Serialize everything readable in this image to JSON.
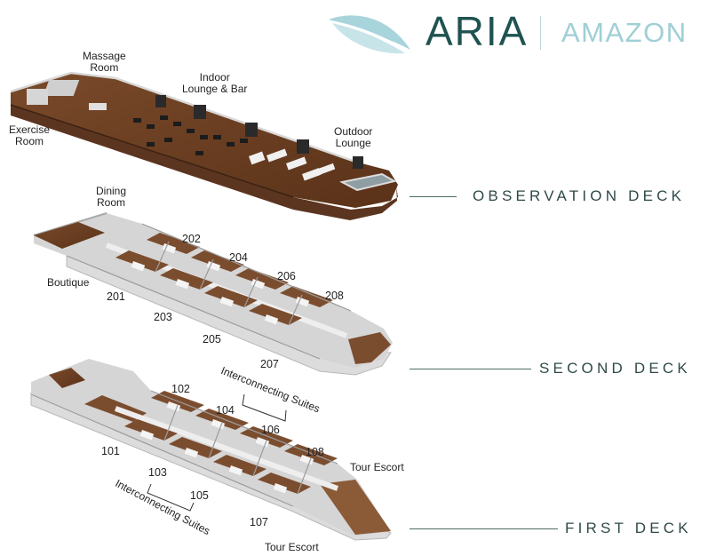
{
  "brand": {
    "name": "ARIA",
    "sub": "AMAZON",
    "colors": {
      "primary": "#1f5350",
      "light": "#9fcfd6",
      "leaf": "#a8d4dc"
    }
  },
  "decks": {
    "observation": {
      "name": "OBSERVATION DECK",
      "labels": {
        "massage": [
          "Massage",
          "Room"
        ],
        "lounge": [
          "Indoor",
          "Lounge & Bar"
        ],
        "exercise": [
          "Exercise",
          "Room"
        ],
        "outdoor": [
          "Outdoor",
          "Lounge"
        ]
      }
    },
    "second": {
      "name": "SECOND DECK",
      "labels": {
        "dining": [
          "Dining",
          "Room"
        ],
        "boutique": "Boutique"
      },
      "suites": [
        "201",
        "202",
        "203",
        "204",
        "205",
        "206",
        "207",
        "208"
      ]
    },
    "first": {
      "name": "FIRST DECK",
      "suites": [
        "101",
        "102",
        "103",
        "104",
        "105",
        "106",
        "107",
        "108"
      ],
      "interconnecting": "Interconnecting  Suites",
      "tour_escort": "Tour Escort"
    }
  },
  "colors": {
    "wood": "#6a3d22",
    "wood_dark": "#4a2a18",
    "hull": "#e4e4e4",
    "wall": "#b9b9b9",
    "line": "#4f6b66"
  }
}
